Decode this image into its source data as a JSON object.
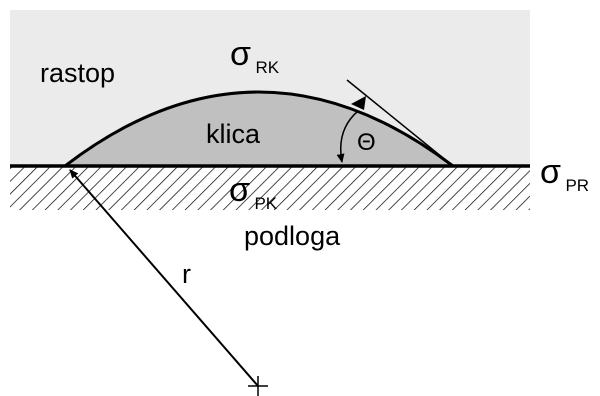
{
  "labels": {
    "melt": "rastop",
    "nucleus": "klica",
    "substrate": "podloga",
    "radius": "r",
    "angle": "Θ"
  },
  "tensions": {
    "melt_nucleus": {
      "symbol": "σ",
      "subscript": "RK"
    },
    "substrate_melt": {
      "symbol": "σ",
      "subscript": "PR"
    },
    "substrate_nucleus": {
      "symbol": "σ",
      "subscript": "PK"
    }
  },
  "colors": {
    "melt_region": "#ebebeb",
    "nucleus_fill": "#c0c0c0",
    "lines": "#000000"
  }
}
